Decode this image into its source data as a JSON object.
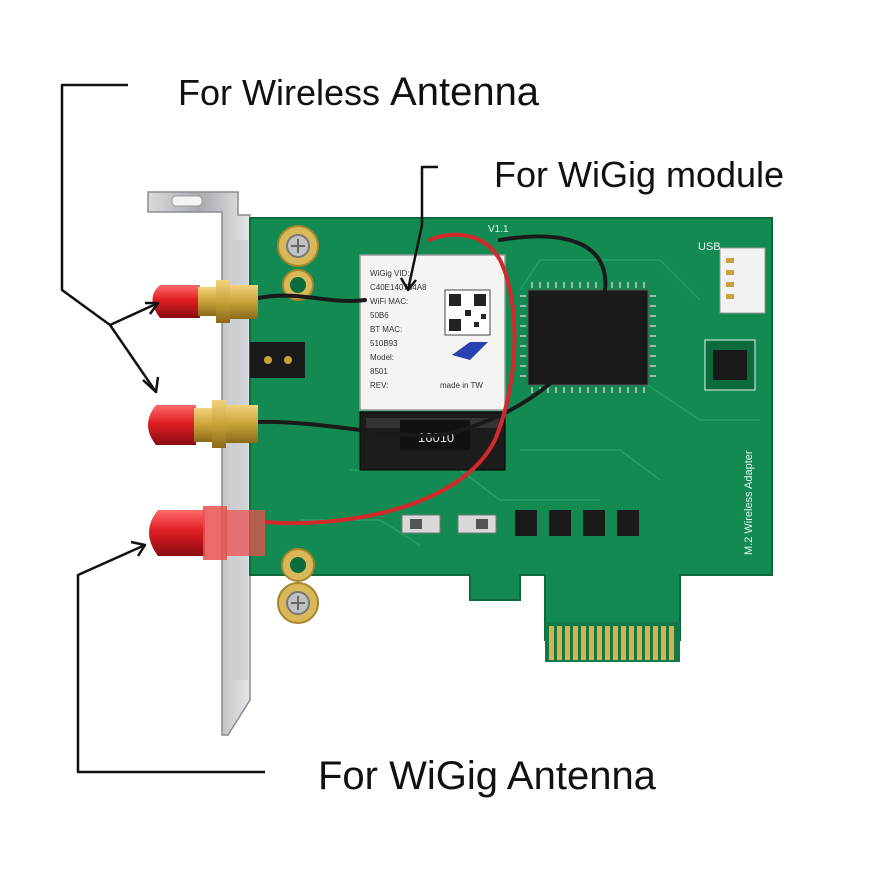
{
  "callouts": {
    "wireless_prefix": "For Wireless",
    "wireless_suffix": "Antenna",
    "wigig_module": "For WiGig module",
    "wigig_antenna": "For WiGig Antenna"
  },
  "board": {
    "version": "V1.1",
    "usb_label": "USB",
    "side_label": "M.2 Wireless Adapter",
    "module_lines": [
      "WiGig VID:",
      "C40E140734A8",
      "WiFi MAC:",
      "50B6",
      "BT MAC:",
      "510B93",
      "Model:",
      "8501",
      "REV:",
      "made in TW"
    ],
    "chip_label": "16010"
  },
  "colors": {
    "pcb": "#138a52",
    "pcb_dark": "#0c6b3d",
    "connector": "#e01e24",
    "gold": "#d8b24a",
    "bracket": "#b9bcc0",
    "cable_red": "#d4282c",
    "cable_black": "#1a1a1a"
  }
}
